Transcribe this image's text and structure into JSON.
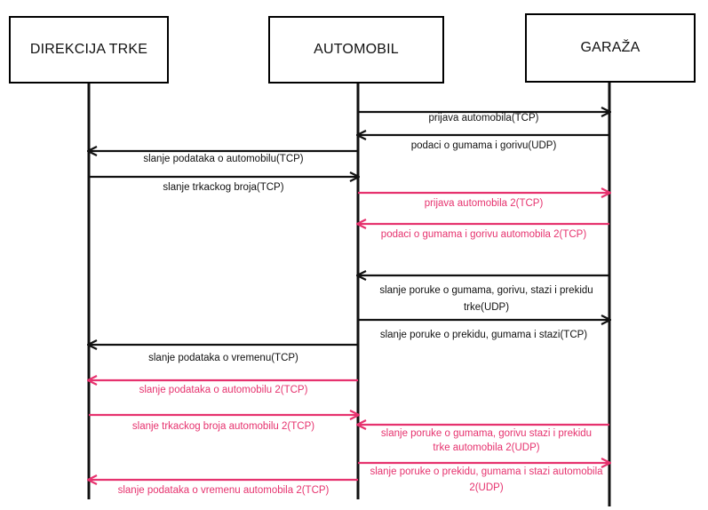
{
  "colors": {
    "primary": "#111111",
    "secondary": "#e6326e"
  },
  "actors": [
    "DIREKCIJA TRKE",
    "AUTOMOBIL",
    "GARAŽA"
  ],
  "messages": [
    {
      "label": "prijava automobila(TCP)",
      "color": "primary"
    },
    {
      "label": "podaci o gumama i gorivu(UDP)",
      "color": "primary"
    },
    {
      "label": "slanje podataka o automobilu(TCP)",
      "color": "primary"
    },
    {
      "label": "slanje trkackog broja(TCP)",
      "color": "primary"
    },
    {
      "label": "prijava automobila 2(TCP)",
      "color": "secondary"
    },
    {
      "label": "podaci o gumama i gorivu automobila 2(TCP)",
      "color": "secondary"
    },
    {
      "label": "slanje  poruke o gumama, gorivu, stazi i prekidu trke(UDP)",
      "color": "primary"
    },
    {
      "label": "slanje poruke o prekidu, gumama i stazi(TCP)",
      "color": "primary"
    },
    {
      "label": "slanje podataka o vremenu(TCP)",
      "color": "primary"
    },
    {
      "label": "slanje podataka o automobilu 2(TCP)",
      "color": "secondary"
    },
    {
      "label": "slanje trkackog broja automobilu 2(TCP)",
      "color": "secondary"
    },
    {
      "label": "slanje poruke o gumama, gorivu stazi i prekidu trke automobila 2(UDP)",
      "color": "secondary"
    },
    {
      "label": "slanje poruke o prekidu, gumama i stazi automobila 2(UDP)",
      "color": "secondary"
    },
    {
      "label": "slanje podataka o vremenu automobila 2(TCP)",
      "color": "secondary"
    }
  ]
}
